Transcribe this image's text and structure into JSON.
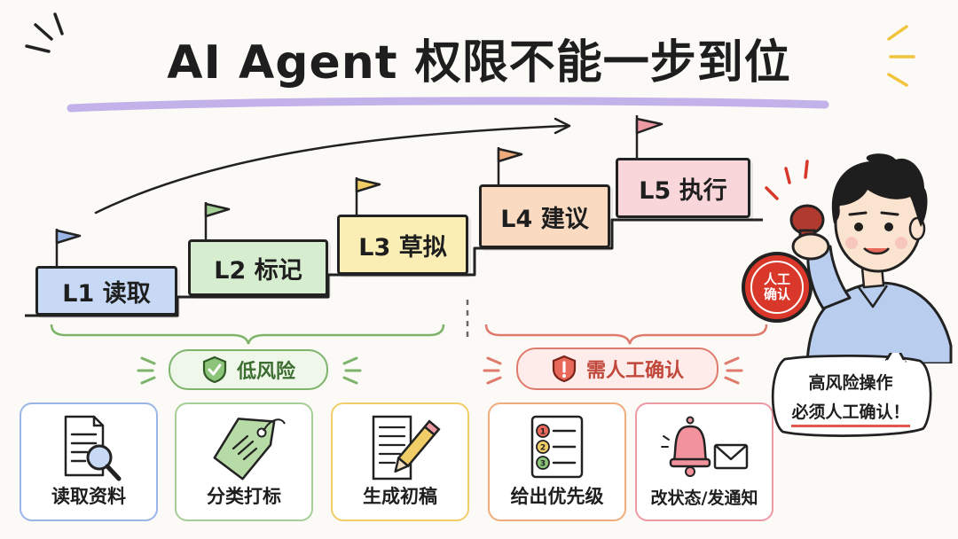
{
  "title": "AI Agent 权限不能一步到位",
  "steps": [
    {
      "label": "L1 读取",
      "color": "#c7d9f5"
    },
    {
      "label": "L2 标记",
      "color": "#d6edcf"
    },
    {
      "label": "L3 草拟",
      "color": "#fbeeb4"
    },
    {
      "label": "L4 建议",
      "color": "#fadbc2"
    },
    {
      "label": "L5 执行",
      "color": "#f9d6da"
    }
  ],
  "groups": {
    "low_risk": {
      "label": "低风险",
      "color": "#5f9c4f",
      "icon": "shield-check-icon"
    },
    "needs_confirm": {
      "label": "需人工确认",
      "color": "#d8594a",
      "icon": "shield-alert-icon"
    }
  },
  "cards": [
    {
      "label": "读取资料",
      "icon": "document-search-icon",
      "color": "#9ab6e6"
    },
    {
      "label": "分类打标",
      "icon": "tag-icon",
      "color": "#a5cf96"
    },
    {
      "label": "生成初稿",
      "icon": "pencil-document-icon",
      "color": "#f1cd68"
    },
    {
      "label": "给出优先级",
      "icon": "priority-list-icon",
      "color": "#f0ab7c"
    },
    {
      "label": "改状态/发通知",
      "icon": "bell-mail-icon",
      "color": "#ee9aa5"
    }
  ],
  "stamp": {
    "text_line1": "人工",
    "text_line2": "确认"
  },
  "bubble": {
    "line1": "高风险操作",
    "line2": "必须人工确认！"
  }
}
